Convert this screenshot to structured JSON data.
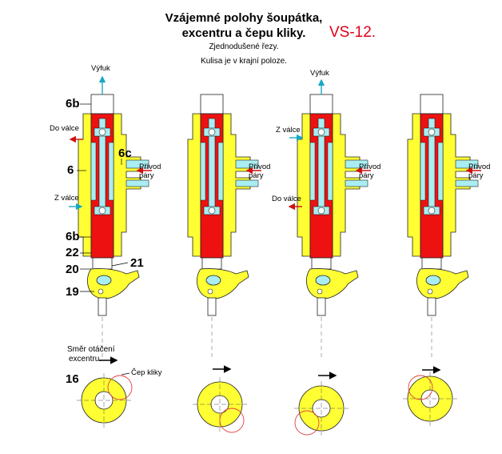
{
  "title": {
    "line1": "Vzájemné polohy šoupátka,",
    "line2": "excentru a čepu kliky.",
    "code": "VS-12."
  },
  "subtitle": {
    "line1": "Zjednodušené řezy.",
    "line2": "Kulisa je v krajní poloze."
  },
  "labels": {
    "vyfuk": "Výfuk",
    "do_valce": "Do válce",
    "z_valce": "Z válce",
    "privod": "Přívod",
    "pary": "páry",
    "smer1": "Směr otáčení",
    "smer2": "excentru.",
    "cep": "Čep kliky"
  },
  "numbers": {
    "n6b_top": "6b",
    "n6c": "6c",
    "n6": "6",
    "n6b_bot": "6b",
    "n22": "22",
    "n20": "20",
    "n21": "21",
    "n19": "19",
    "n16": "16"
  },
  "colors": {
    "yellow": "#ffff33",
    "red": "#ee1111",
    "cyan": "#a8eef2",
    "outline": "#222222",
    "arrow_red": "#d01010",
    "arrow_cyan": "#19a7c4"
  }
}
